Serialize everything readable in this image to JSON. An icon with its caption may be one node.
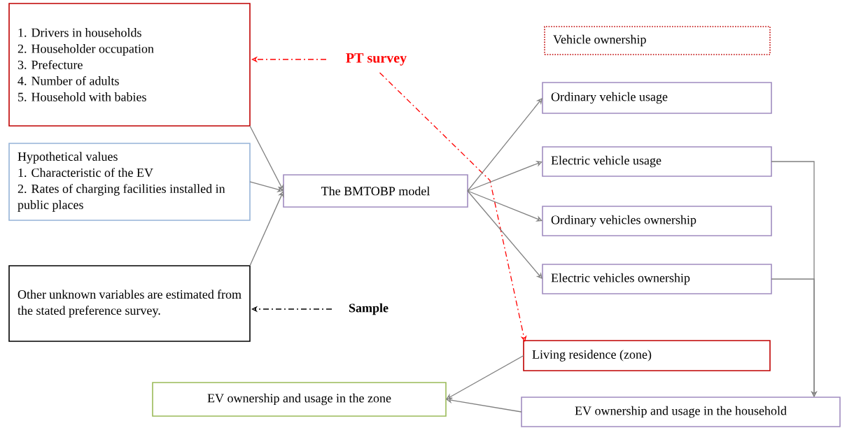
{
  "diagram": {
    "nodes": [
      {
        "text": [
          "1. Drivers in households",
          "2. Householder occupation",
          "3. Prefecture",
          "4. Number of adults",
          "5. Household with babies"
        ]
      },
      {
        "text": [
          "Hypothetical values",
          "1. Characteristic of the  EV",
          "2. Rates of charging facilities installed in public places"
        ]
      },
      {
        "text": [
          "Other unknown variables are estimated from the stated preference survey."
        ]
      },
      {
        "text": [
          "PT survey"
        ]
      },
      {
        "text": [
          "Sample"
        ]
      },
      {
        "text": [
          "The BMTOBP model"
        ]
      },
      {
        "text": [
          "Vehicle ownership"
        ]
      },
      {
        "text": [
          "Ordinary vehicle usage"
        ]
      },
      {
        "text": [
          "Electric vehicle usage"
        ]
      },
      {
        "text": [
          "Ordinary vehicles ownership"
        ]
      },
      {
        "text": [
          "Electric vehicles ownership"
        ]
      },
      {
        "text": [
          "Living residence (zone)"
        ]
      },
      {
        "text": [
          "EV ownership and usage in the zone"
        ]
      },
      {
        "text": [
          "EV ownership and usage in the household"
        ]
      }
    ],
    "edges": [
      {
        "from": 0,
        "to": 5,
        "arrow": "to"
      },
      {
        "from": 1,
        "to": 5,
        "arrow": "to"
      },
      {
        "from": 2,
        "to": 5,
        "arrow": "to"
      },
      {
        "from": 3,
        "to": 0,
        "arrow": "to",
        "style": "dashed",
        "color": "#ff0000"
      },
      {
        "from": 3,
        "to": 11,
        "arrow": "to",
        "style": "dashed",
        "color": "#ff0000"
      },
      {
        "from": 4,
        "to": 2,
        "arrow": "to",
        "style": "dashed",
        "color": "#000000"
      },
      {
        "from": 5,
        "to": 7,
        "arrow": "to"
      },
      {
        "from": 5,
        "to": 8,
        "arrow": "to"
      },
      {
        "from": 5,
        "to": 9,
        "arrow": "to"
      },
      {
        "from": 5,
        "to": 10,
        "arrow": "to"
      },
      {
        "from": 8,
        "to": 13,
        "arrow": "to"
      },
      {
        "from": 10,
        "to": 13,
        "arrow": "to"
      },
      {
        "from": 11,
        "to": 12,
        "arrow": "to"
      },
      {
        "from": 13,
        "to": 12,
        "arrow": "to"
      }
    ]
  }
}
